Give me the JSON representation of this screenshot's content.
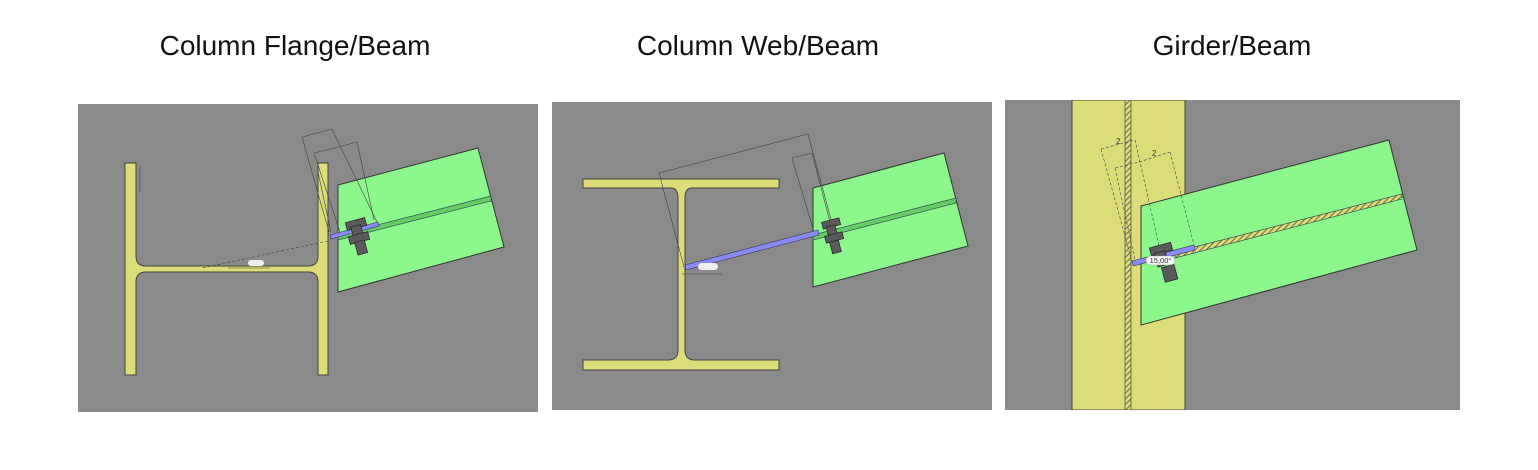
{
  "titles": [
    "Column Flange/Beam",
    "Column Web/Beam",
    "Girder/Beam"
  ],
  "angle_label": "15,00°",
  "dimension_labels": [
    "2",
    "2"
  ],
  "colors": {
    "background": "#8a8a8a",
    "column": "#dcdc78",
    "beam": "#8cf78c",
    "bolt": "#5a5a5a",
    "plate": "#8a8af5"
  }
}
